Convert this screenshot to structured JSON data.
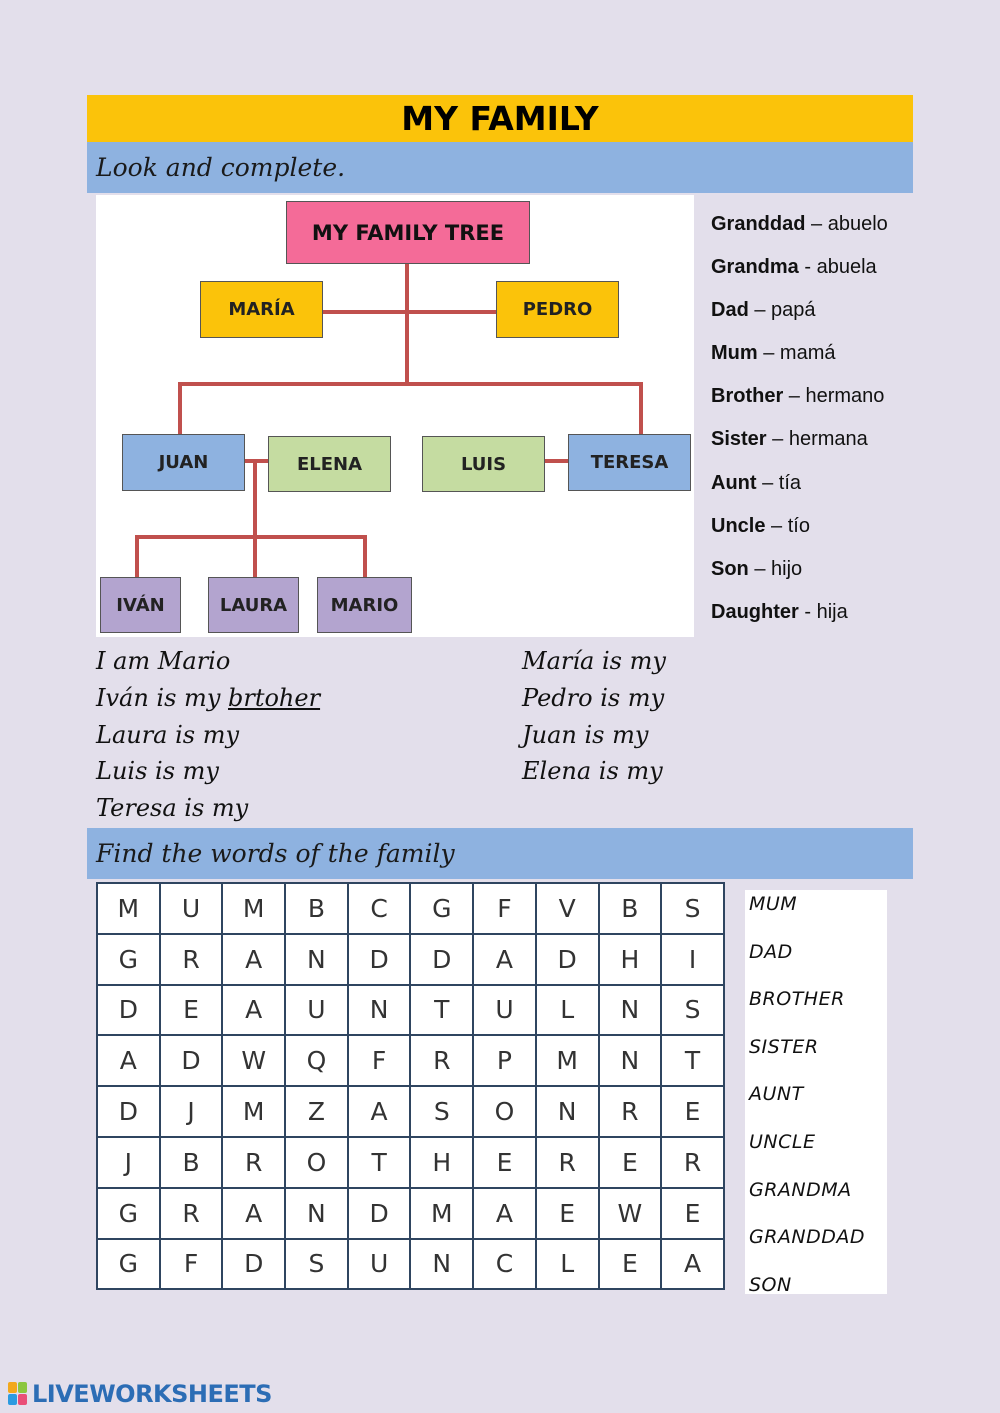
{
  "title": "MY FAMILY",
  "instruction1": "Look and complete.",
  "instruction2": "Find the words of the family",
  "tree": {
    "root": "MY FAMILY TREE",
    "grandparents": [
      "MARÍA",
      "PEDRO"
    ],
    "parents_row": [
      "JUAN",
      "ELENA",
      "LUIS",
      "TERESA"
    ],
    "children": [
      "IVÁN",
      "LAURA",
      "MARIO"
    ],
    "colors": {
      "root": "#f46b98",
      "yellow": "#fbc30a",
      "blue": "#8eb2e0",
      "green": "#c5dca1",
      "purple": "#b3a4cf",
      "line": "#c0504d"
    }
  },
  "vocab": [
    {
      "en": "Granddad",
      "sep": " – ",
      "es": "abuelo"
    },
    {
      "en": "Grandma",
      "sep": " - ",
      "es": "abuela"
    },
    {
      "en": "Dad",
      "sep": " – ",
      "es": "papá"
    },
    {
      "en": "Mum",
      "sep": " – ",
      "es": "mamá"
    },
    {
      "en": "Brother",
      "sep": " – ",
      "es": "hermano"
    },
    {
      "en": "Sister",
      "sep": " – ",
      "es": "hermana"
    },
    {
      "en": "Aunt",
      "sep": " – ",
      "es": "tía"
    },
    {
      "en": "Uncle",
      "sep": " – ",
      "es": "tío"
    },
    {
      "en": "Son",
      "sep": " – ",
      "es": "hijo"
    },
    {
      "en": "Daughter",
      "sep": " - ",
      "es": "hija"
    }
  ],
  "sentences_left": [
    "I am Mario",
    "Iván is my ",
    "Laura is my",
    "Luis is my",
    "Teresa is my"
  ],
  "example_answer": "brtoher",
  "sentences_right": [
    "María is my",
    "Pedro is my",
    "Juan is my",
    "Elena is my"
  ],
  "grid": [
    [
      "M",
      "U",
      "M",
      "B",
      "C",
      "G",
      "F",
      "V",
      "B",
      "S"
    ],
    [
      "G",
      "R",
      "A",
      "N",
      "D",
      "D",
      "A",
      "D",
      "H",
      "I"
    ],
    [
      "D",
      "E",
      "A",
      "U",
      "N",
      "T",
      "U",
      "L",
      "N",
      "S"
    ],
    [
      "A",
      "D",
      "W",
      "Q",
      "F",
      "R",
      "P",
      "M",
      "N",
      "T"
    ],
    [
      "D",
      "J",
      "M",
      "Z",
      "A",
      "S",
      "O",
      "N",
      "R",
      "E"
    ],
    [
      "J",
      "B",
      "R",
      "O",
      "T",
      "H",
      "E",
      "R",
      "E",
      "R"
    ],
    [
      "G",
      "R",
      "A",
      "N",
      "D",
      "M",
      "A",
      "E",
      "W",
      "E"
    ],
    [
      "G",
      "F",
      "D",
      "S",
      "U",
      "N",
      "C",
      "L",
      "E",
      "A"
    ]
  ],
  "wordlist": [
    "MUM",
    "DAD",
    "BROTHER",
    "SISTER",
    "AUNT",
    "UNCLE",
    "GRANDMA",
    "GRANDDAD",
    "SON"
  ],
  "footer": "LIVEWORKSHEETS"
}
